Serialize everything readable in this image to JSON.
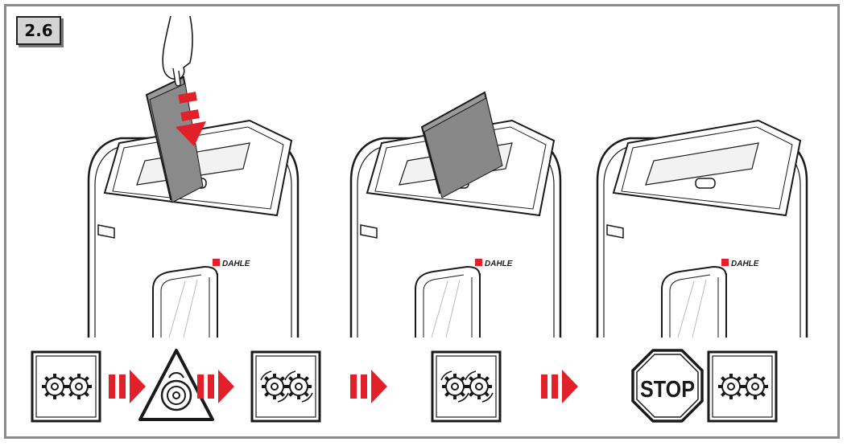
{
  "step_label": "2.6",
  "brand_label": "DAHLE",
  "stop_label": "STOP",
  "colors": {
    "accent_red": "#e2202a",
    "line": "#1a1a1a",
    "paper": "#9a9a9a",
    "frame": "#8a8a8a"
  },
  "icons": [
    "gears-idle-icon",
    "arrow-icon",
    "hand-caution-triangle-icon",
    "arrow-icon",
    "gears-running-icon",
    "arrow-icon",
    "gears-running-icon",
    "arrow-icon",
    "stop-sign-icon",
    "gears-idle-icon"
  ]
}
